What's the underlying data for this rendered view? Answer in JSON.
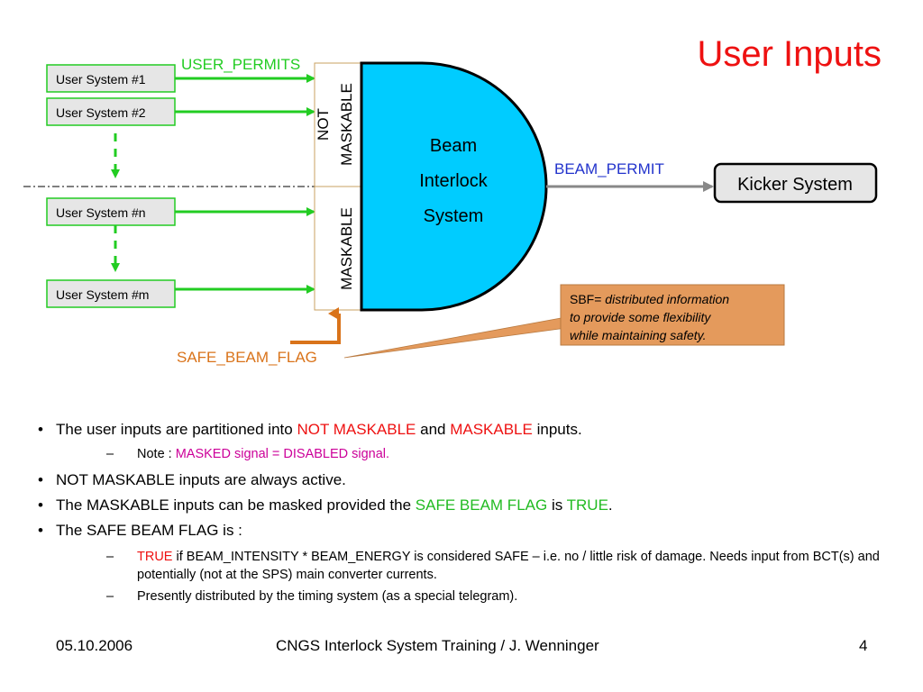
{
  "title": "User Inputs",
  "colors": {
    "title": "#ee1111",
    "green": "#22cc22",
    "orange": "#d9731a",
    "cyan": "#00ccff",
    "blue": "#2233cc",
    "magenta": "#cc0099",
    "note_bg": "#e49a5c"
  },
  "diagram": {
    "user_permits_label": "USER_PERMITS",
    "user_systems": [
      "User System #1",
      "User System #2",
      "User System #n",
      "User System #m"
    ],
    "not_maskable_label_1": "NOT",
    "not_maskable_label_2": "MASKABLE",
    "maskable_label": "MASKABLE",
    "bis_lines": [
      "Beam",
      "Interlock",
      "System"
    ],
    "beam_permit_label": "BEAM_PERMIT",
    "kicker_label": "Kicker System",
    "safe_beam_flag_label": "SAFE_BEAM_FLAG",
    "sbf_note": {
      "prefix": "SBF= ",
      "lines": [
        "distributed information",
        "to provide some flexibility",
        "while maintaining safety."
      ]
    }
  },
  "bullets": {
    "b1": {
      "text1": "The user inputs are partitioned into ",
      "hl1": "NOT MASKABLE",
      "text2": " and ",
      "hl2": "MASKABLE",
      "text3": " inputs."
    },
    "b1_note": {
      "prefix": "Note : ",
      "hl": "MASKED signal = DISABLED signal."
    },
    "b2": "NOT MASKABLE inputs are always active.",
    "b3": {
      "text1": "The MASKABLE inputs can be masked provided the ",
      "hl1": "SAFE BEAM FLAG",
      "text2": " is ",
      "hl2": "TRUE",
      "text3": "."
    },
    "b4": "The SAFE BEAM FLAG is :",
    "b4_sub1": {
      "hl": "TRUE",
      "text": " if  BEAM_INTENSITY * BEAM_ENERGY is considered SAFE – i.e. no / little risk of damage. Needs input from BCT(s) and potentially (not at the SPS) main converter currents."
    },
    "b4_sub2": "Presently distributed by the timing system (as a special telegram)."
  },
  "footer": {
    "date": "05.10.2006",
    "center": "CNGS Interlock System Training / J. Wenninger",
    "page": "4"
  }
}
